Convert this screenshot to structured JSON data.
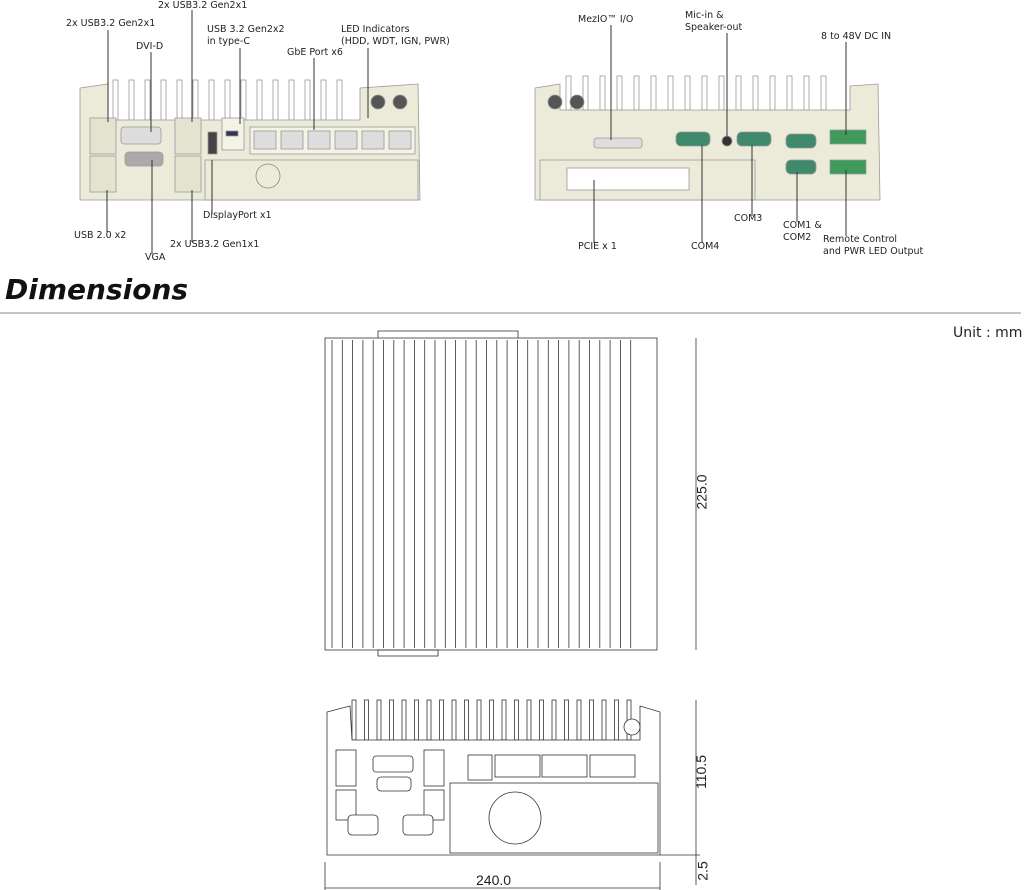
{
  "left_panel": {
    "labels": [
      "2x USB3.2 Gen2x1",
      "2x USB3.2 Gen2x1",
      "DVI-D",
      "USB 3.2 Gen2x2",
      "in type-C",
      "GbE Port x6",
      "LED Indicators",
      "(HDD, WDT, IGN, PWR)",
      "DisplayPort x1",
      "USB 2.0 x2",
      "2x USB3.2 Gen1x1",
      "VGA"
    ]
  },
  "right_panel": {
    "labels": [
      "MezIO™ I/O",
      "Mic-in &",
      "Speaker-out",
      "8 to 48V  DC IN",
      "PCIE x 1",
      "COM4",
      "COM3",
      "COM1  &",
      "COM2",
      "Remote Control",
      "and PWR LED Output"
    ]
  },
  "dimensions": {
    "heading": "Dimensions",
    "unit": "Unit : mm",
    "depth": "225.0",
    "height": "110.5",
    "foot": "2.5",
    "width": "240.0"
  },
  "colors": {
    "panel": "#ecebd9",
    "connector_green": "#3f8a6c",
    "line": "#333333"
  }
}
